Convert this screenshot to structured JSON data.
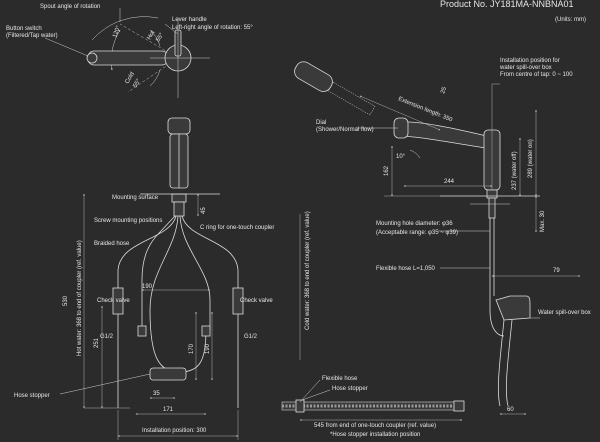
{
  "header": {
    "product_no": "Product No. JY181MA-NNBNA01",
    "units": "(Units: mm)"
  },
  "top_view": {
    "spout_angle": "Spout angle of rotation",
    "lever_handle": "Lever handle",
    "lever_angle": "Left-right angle of rotation: 55°",
    "button_switch": "Button switch",
    "button_switch_sub": "(Filtered/Tap water)",
    "angle_120": "120°",
    "hot": "Hot",
    "cold": "Cold",
    "deg_55a": "55°",
    "deg_55b": "55°"
  },
  "side_view": {
    "install_pos_1": "Installation position for",
    "install_pos_2": "water spill-over box",
    "install_pos_3": "From centre of tap: 0 ~ 100",
    "extension_length": "Extension length: 350",
    "dim_25": "25",
    "dial": "Dial",
    "dial_sub": "(Shower/Normal flow)",
    "dim_10": "10°",
    "dim_162": "162",
    "dim_244": "244",
    "water_off": "237 (water off)",
    "water_on": "289 (water on)",
    "max_30": "Max. 30",
    "mount_hole": "Mounting hole diameter: φ36",
    "acceptable": "(Acceptable range: φ35 ~ φ39)",
    "flex_hose": "Flexible hose L=1,050",
    "dim_79": "79",
    "spill_over": "Water spill-over box",
    "dim_60": "60"
  },
  "front_view": {
    "mounting_surface": "Mounting surface",
    "dim_45": "45",
    "screw_mount": "Screw mounting positions",
    "braided_hose": "Braided hose",
    "c_ring": "C ring for one-touch coupler",
    "hot_water": "Hot water: 368 to end of coupler (ref. value)",
    "cold_water": "Cold water: 368 to end of coupler (ref. value)",
    "dim_530": "530",
    "dim_190": "190",
    "check_valve_l": "Check valve",
    "check_valve_r": "Check valve",
    "g12_l": "G1/2",
    "g12_r": "G1/2",
    "dim_251": "251",
    "dim_170": "170",
    "dim_190v": "190",
    "dim_35": "35",
    "dim_171": "171",
    "hose_stopper": "Hose stopper",
    "install_pos": "Installation position: 300"
  },
  "hose_detail": {
    "flexible_hose": "Flexible hose",
    "hose_stopper": "Hose stopper",
    "dim_545": "545 from end of one-touch coupler (ref. value)",
    "note": "*Hose stopper installation position"
  }
}
